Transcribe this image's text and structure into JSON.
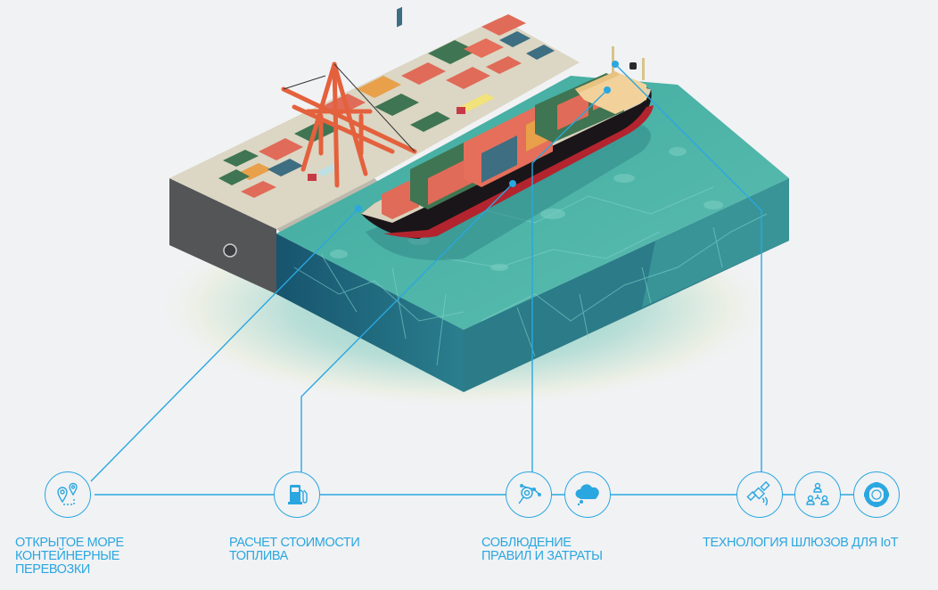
{
  "colors": {
    "accent": "#2aa7e0",
    "background": "#f1f2f4",
    "water_top": "#4fb3a6",
    "water_side": "#1f6c84",
    "quay_top": "#dcd6c4",
    "quay_side": "#545557",
    "crane": "#e4613d",
    "hull": "#1a1518",
    "hull_stripe": "#b3242e"
  },
  "illustration": {
    "description": "Isometric port quay with gantry crane, stacked containers, trucks and a container ship in a cut-away water block"
  },
  "callouts": [
    {
      "id": "open-sea",
      "label_lines": [
        "ОТКРЫТОЕ МОРЕ",
        "КОНТЕЙНЕРНЫЕ",
        "ПЕРЕВОЗКИ"
      ],
      "icons": [
        "route-map-pin-icon"
      ]
    },
    {
      "id": "fuel-cost",
      "label_lines": [
        "РАСЧЕТ СТОИМОСТИ",
        "ТОПЛИВА"
      ],
      "icons": [
        "fuel-pump-icon"
      ]
    },
    {
      "id": "compliance",
      "label_lines": [
        "СОБЛЮДЕНИЕ",
        "ПРАВИЛ И ЗАТРАТЫ"
      ],
      "icons": [
        "search-analytics-icon",
        "cloud-icon"
      ]
    },
    {
      "id": "iot",
      "label_lines": [
        "ТЕХНОЛОГИЯ ШЛЮЗОВ ДЛЯ IoT"
      ],
      "icons": [
        "satellite-icon",
        "network-people-icon",
        "lifebuoy-icon"
      ]
    }
  ]
}
